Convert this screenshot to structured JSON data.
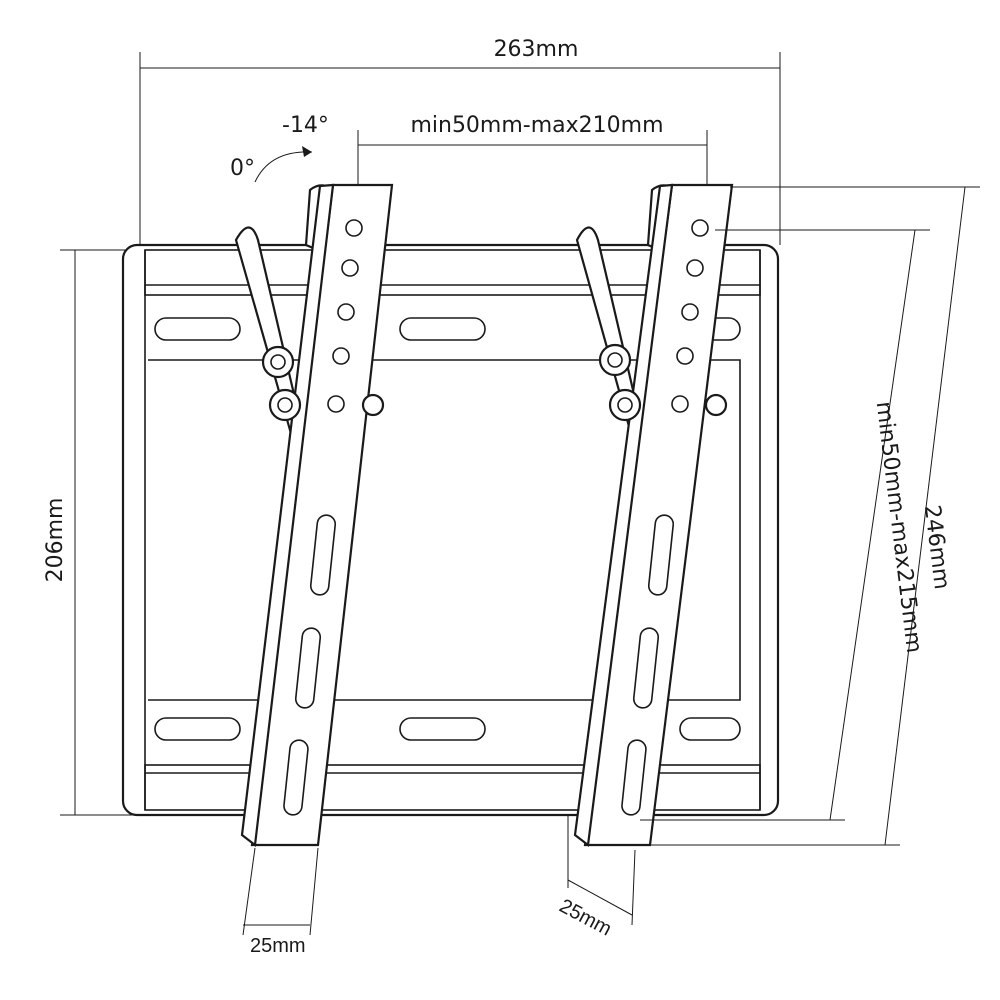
{
  "diagram": {
    "dimensions": {
      "overall_width": "263mm",
      "hole_spacing_horizontal": "min50mm-max210mm",
      "plate_height": "206mm",
      "bracket_length": "246mm",
      "hole_spacing_vertical": "min50mm-max215mm",
      "bracket_width_left": "25mm",
      "bracket_width_right": "25mm"
    },
    "tilt": {
      "max_angle": "-14°",
      "zero_angle": "0°"
    },
    "line_color": "#1a1a1a"
  }
}
